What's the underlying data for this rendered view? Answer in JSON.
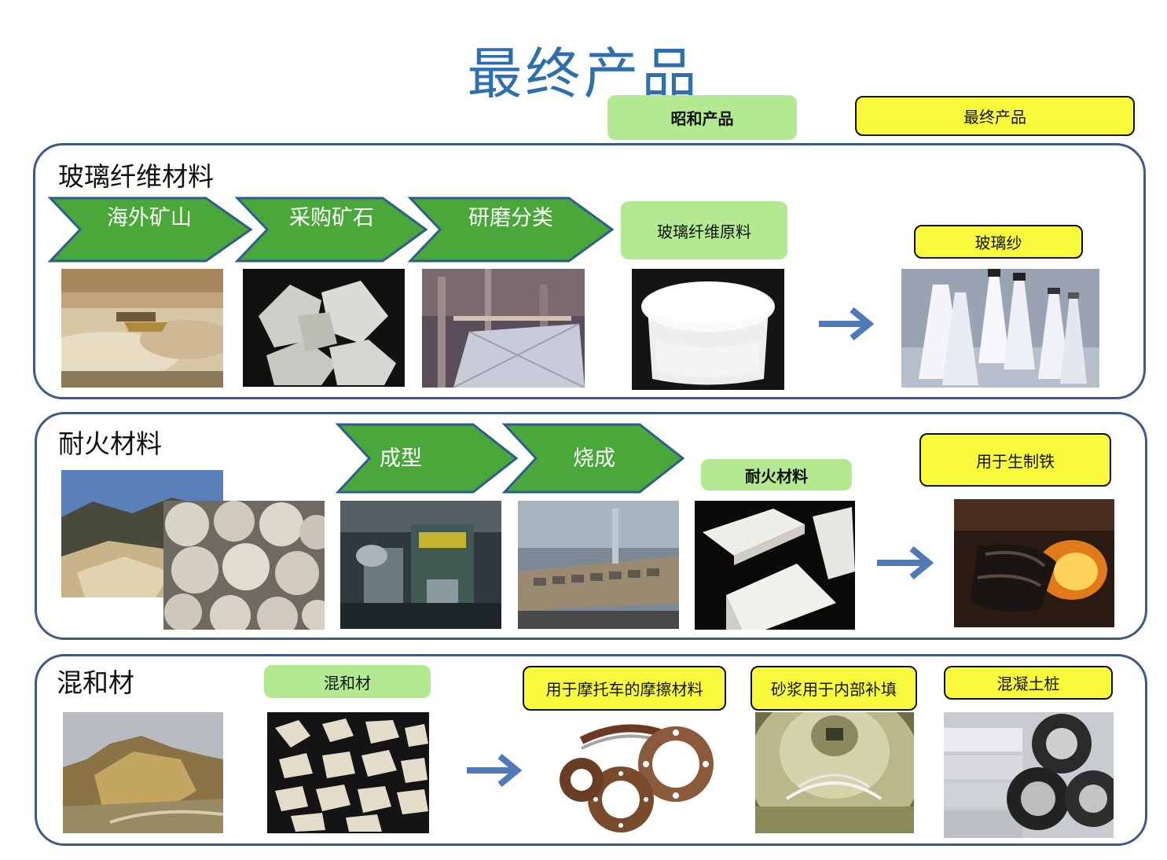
{
  "title": "最终产品",
  "legend": {
    "showa_product": "昭和产品",
    "final_product": "最终产品"
  },
  "sections": {
    "glass_fiber": {
      "title": "玻璃纤维材料",
      "steps": [
        "海外矿山",
        "采购矿石",
        "研磨分类"
      ],
      "raw_material": "玻璃纤维原料",
      "final_product": "玻璃纱"
    },
    "refractory": {
      "title": "耐火材料",
      "steps": [
        "成型",
        "烧成"
      ],
      "raw_material": "耐火材料",
      "final_product": "用于生制铁"
    },
    "mixed": {
      "title": "混和材",
      "raw_material": "混和材",
      "products": [
        "用于摩托车的摩擦材料",
        "砂浆用于内部补填",
        "混凝土桩"
      ]
    }
  },
  "colors": {
    "title_blue": "#2e6fb0",
    "chevron_green": "#4aa83a",
    "showa_green": "#b3ea91",
    "final_yellow": "#fafa3c",
    "border_navy": "#3f5a86",
    "arrow_blue": "#4f79b8"
  }
}
